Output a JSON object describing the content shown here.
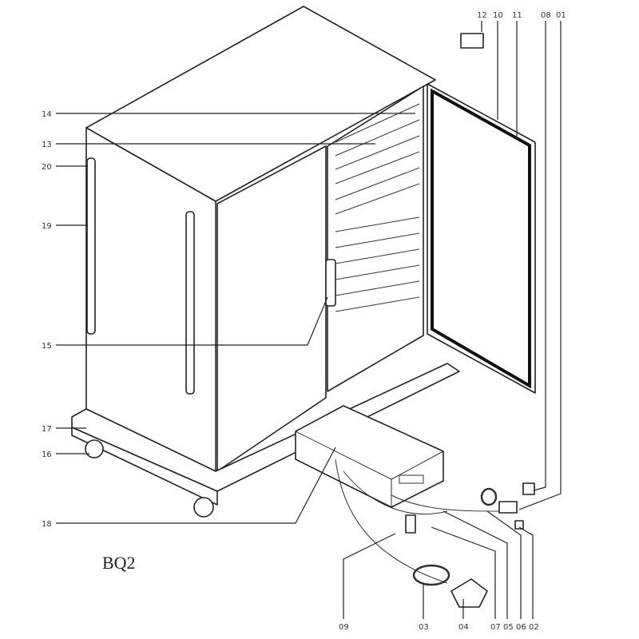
{
  "diagram": {
    "title": "BQ2",
    "labels_top": [
      "12",
      "10",
      "11",
      "08",
      "01"
    ],
    "labels_left": [
      "14",
      "13",
      "20",
      "19",
      "15",
      "17",
      "16",
      "18"
    ],
    "labels_bottom": [
      "09",
      "03",
      "04",
      "07",
      "05",
      "06",
      "02"
    ]
  }
}
